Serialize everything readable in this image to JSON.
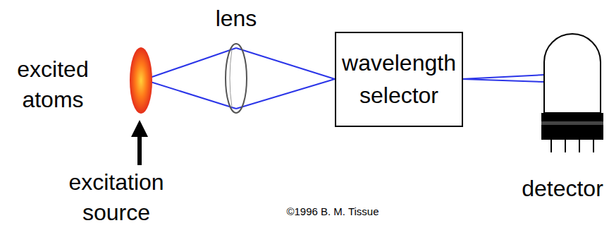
{
  "diagram": {
    "nodes": [
      {
        "text": [
          "wavelength selector"
        ]
      }
    ],
    "labels": [
      "excited atoms",
      "excitation source",
      "lens",
      "detector",
      "©1996 B. M. Tissue"
    ]
  }
}
